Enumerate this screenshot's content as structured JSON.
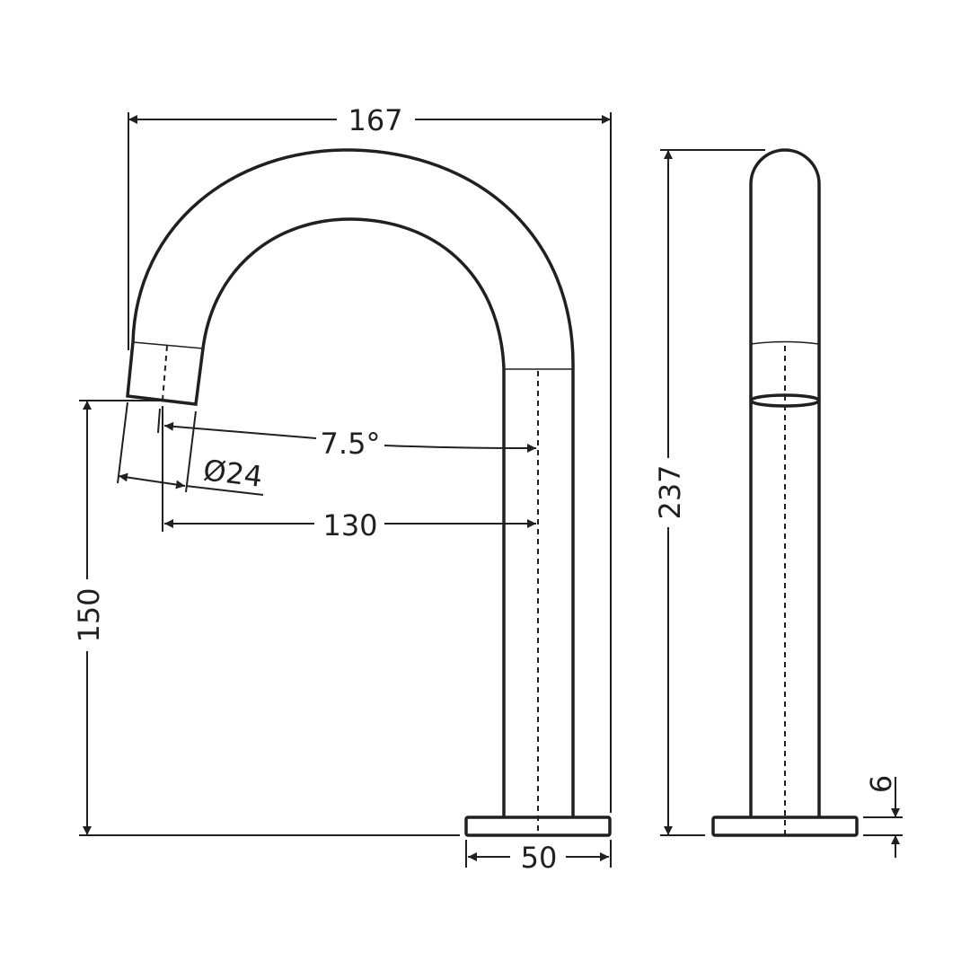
{
  "drawing": {
    "title": "Gooseneck spout dimension drawing",
    "line_color": "#231f20",
    "background": "#ffffff",
    "units": "mm"
  },
  "dimensions": {
    "overall_width": "167",
    "outlet_angle": "7.5°",
    "outlet_diameter": "Ø24",
    "reach": "130",
    "outlet_height": "150",
    "base_diameter": "50",
    "overall_height": "237",
    "base_thickness": "6"
  },
  "views": [
    {
      "name": "side-elevation"
    },
    {
      "name": "front-elevation"
    }
  ]
}
